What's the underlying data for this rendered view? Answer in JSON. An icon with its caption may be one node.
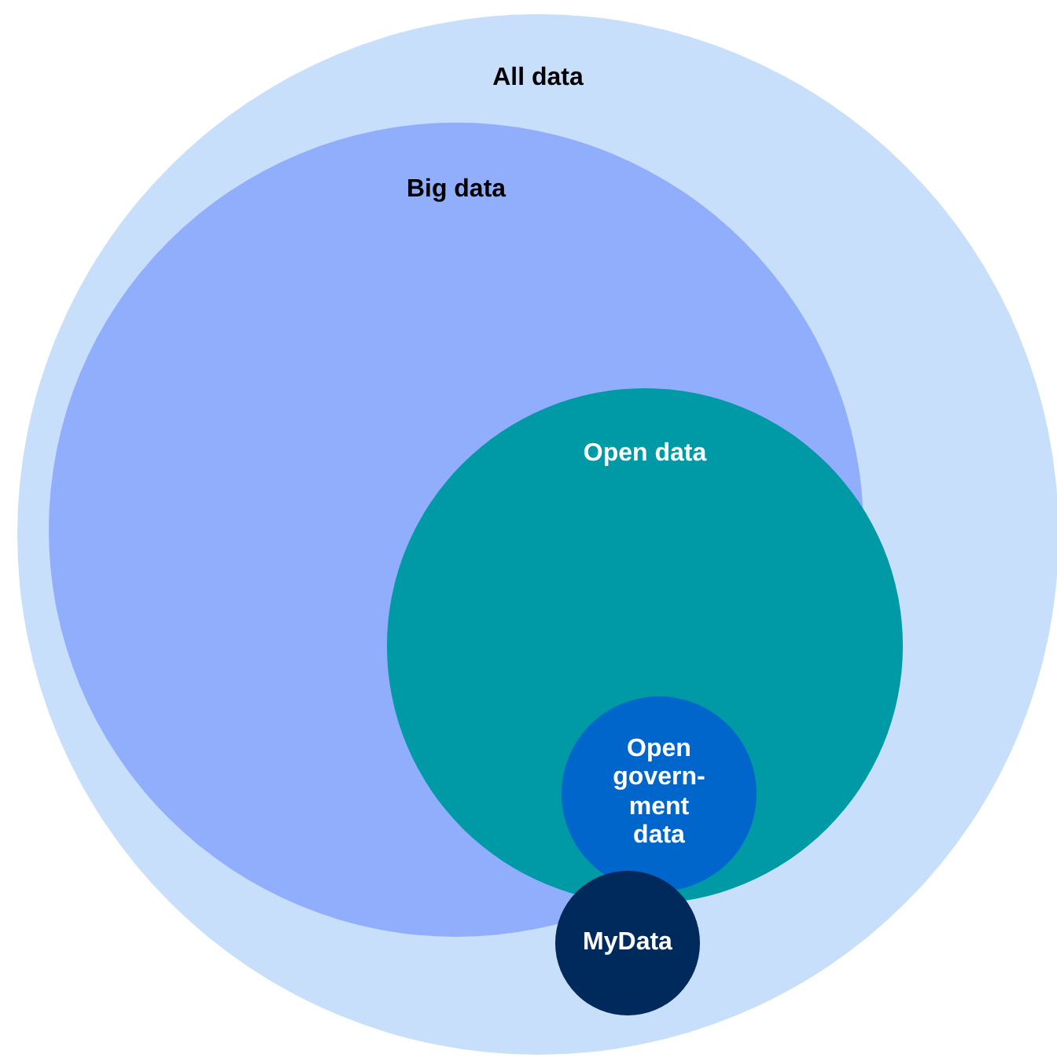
{
  "diagram": {
    "nodes": [
      {
        "text": [
          "All data"
        ]
      },
      {
        "text": [
          "Big data"
        ],
        "in": 0
      },
      {
        "text": [
          "Open data"
        ],
        "in": 0
      },
      {
        "text": [
          "Open govern-ment data"
        ],
        "in": 2
      },
      {
        "text": [
          "MyData"
        ],
        "in": 0
      }
    ]
  }
}
